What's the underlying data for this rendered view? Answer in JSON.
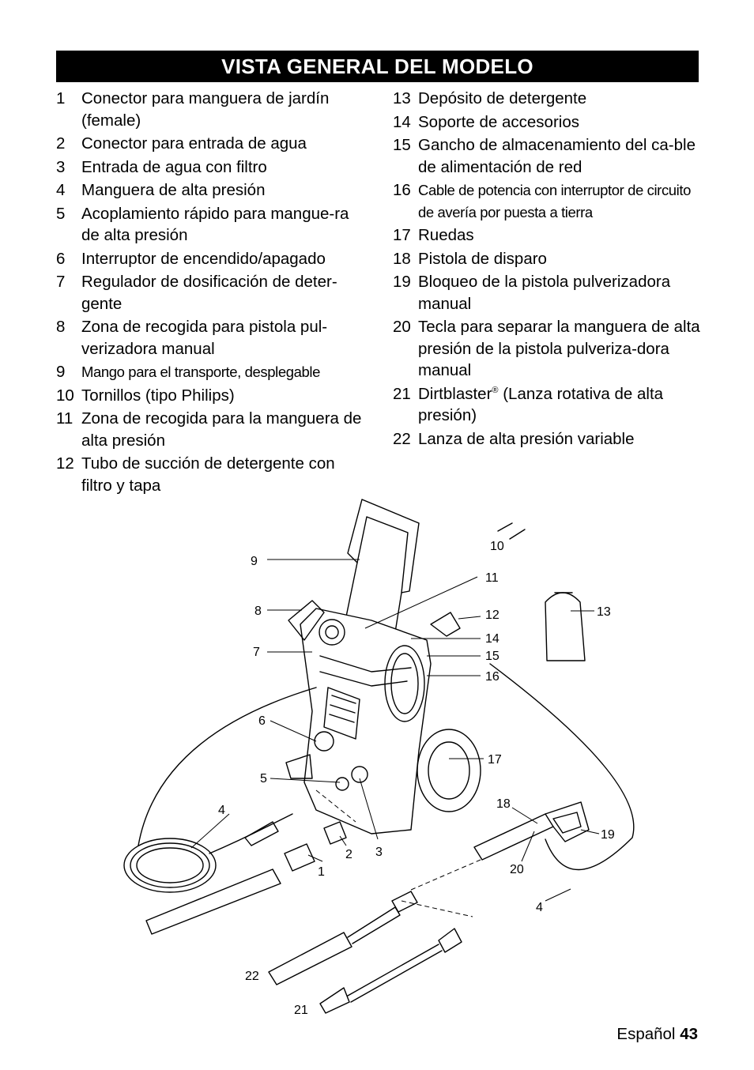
{
  "header": {
    "title": "VISTA GENERAL DEL MODELO"
  },
  "left_items": [
    {
      "num": "1",
      "text": "Conector para manguera de jardín (female)"
    },
    {
      "num": "2",
      "text": "Conector para entrada de agua"
    },
    {
      "num": "3",
      "text": "Entrada de agua con filtro"
    },
    {
      "num": "4",
      "text": "Manguera de alta presión"
    },
    {
      "num": "5",
      "text": "Acoplamiento rápido para mangue-ra de alta presión"
    },
    {
      "num": "6",
      "text": "Interruptor de encendido/apagado"
    },
    {
      "num": "7",
      "text": "Regulador de dosificación de deter-gente"
    },
    {
      "num": "8",
      "text": "Zona de recogida para pistola pul-verizadora manual"
    },
    {
      "num": "9",
      "text": "Mango para el transporte, desplegable"
    },
    {
      "num": "10",
      "text": "Tornillos (tipo Philips)"
    },
    {
      "num": "11",
      "text": "Zona de recogida para la manguera de alta presión"
    },
    {
      "num": "12",
      "text": "Tubo de succión de detergente con filtro y tapa"
    }
  ],
  "right_items": [
    {
      "num": "13",
      "text": "Depósito de detergente"
    },
    {
      "num": "14",
      "text": "Soporte de accesorios"
    },
    {
      "num": "15",
      "text": "Gancho de almacenamiento del ca-ble de alimentación de red"
    },
    {
      "num": "16",
      "text": "Cable de potencia con interruptor de circuito de avería por puesta a tierra"
    },
    {
      "num": "17",
      "text": "Ruedas"
    },
    {
      "num": "18",
      "text": "Pistola de disparo"
    },
    {
      "num": "19",
      "text": "Bloqueo de la pistola pulverizadora manual"
    },
    {
      "num": "20",
      "text": "Tecla para separar la manguera de alta presión de la pistola pulveriza-dora manual"
    },
    {
      "num": "21",
      "text_a": "Dirtblaster",
      "reg": "®",
      "text_b": " (Lanza rotativa de alta presión)"
    },
    {
      "num": "22",
      "text": "Lanza de alta presión variable"
    }
  ],
  "diagram": {
    "callouts": {
      "c1": "1",
      "c2": "2",
      "c3": "3",
      "c4a": "4",
      "c4b": "4",
      "c5": "5",
      "c6": "6",
      "c7": "7",
      "c8": "8",
      "c9": "9",
      "c10": "10",
      "c11": "11",
      "c12": "12",
      "c13": "13",
      "c14": "14",
      "c15": "15",
      "c16": "16",
      "c17": "17",
      "c18": "18",
      "c19": "19",
      "c20": "20",
      "c21": "21",
      "c22": "22"
    }
  },
  "footer": {
    "language": "Español",
    "page": "43"
  }
}
